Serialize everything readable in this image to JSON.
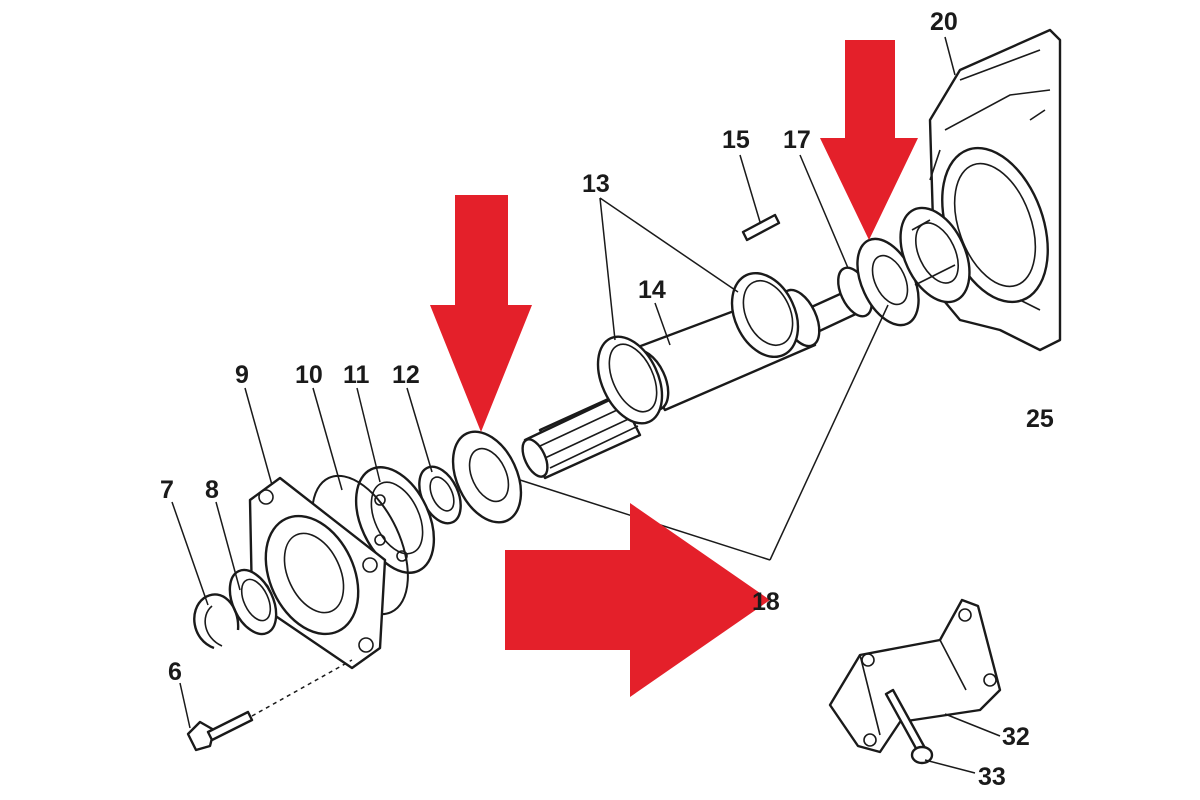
{
  "callouts": {
    "p6": "6",
    "p7": "7",
    "p8": "8",
    "p9": "9",
    "p10": "10",
    "p11": "11",
    "p12": "12",
    "p13": "13",
    "p14": "14",
    "p15": "15",
    "p17": "17",
    "p18": "18",
    "p20": "20",
    "p25": "25",
    "p32": "32",
    "p33": "33"
  },
  "colors": {
    "arrow": "#e4202a",
    "line": "#1a1a1a",
    "background": "#ffffff"
  }
}
